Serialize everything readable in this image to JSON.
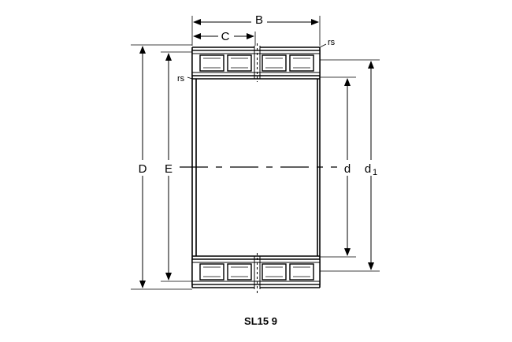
{
  "diagram": {
    "labels": {
      "B": "B",
      "C": "C",
      "rs_top": "rs",
      "rs_left": "rs",
      "D": "D",
      "E": "E",
      "d": "d",
      "d1_main": "d",
      "d1_sub": "1"
    },
    "caption": "SL15 9"
  }
}
